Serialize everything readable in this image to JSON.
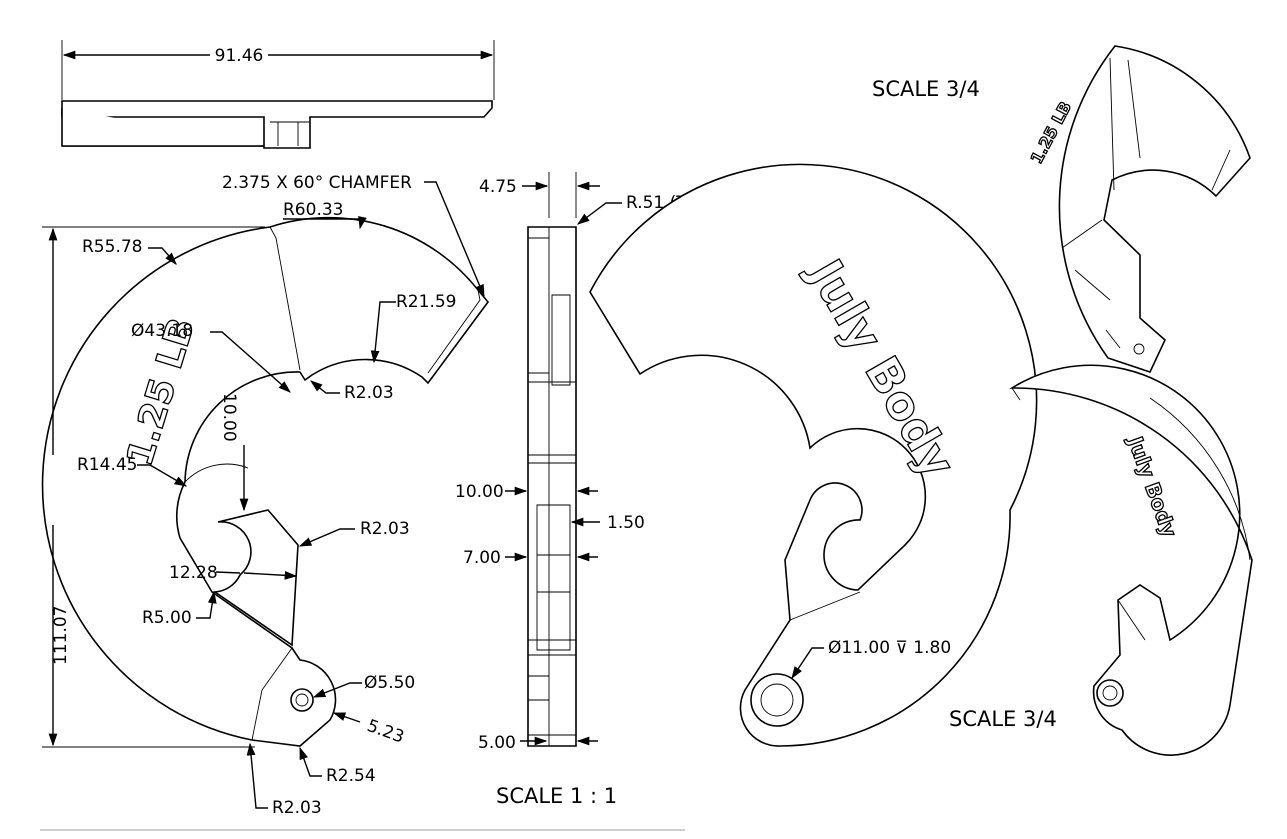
{
  "top_view": {
    "width_dim": "91.46"
  },
  "front_view": {
    "chamfer_note": "2.375 X 60° CHAMFER",
    "dims": {
      "r_outer_top": "R60.33",
      "r_outer": "R55.78",
      "r_inner_top": "R21.59",
      "dia_bore": "Ø43.18",
      "r_notch_upper": "R2.03",
      "height_10": "10.00",
      "r_slot": "R14.45",
      "r_notch_mid": "R2.03",
      "width_1228": "12.28",
      "r_500": "R5.00",
      "total_height": "111.07",
      "dia_hole": "Ø5.50",
      "hole_offset": "5.23",
      "r_254": "R2.54",
      "r_bottom": "R2.03"
    },
    "engraving": "1.25 LB"
  },
  "side_view": {
    "dims": {
      "thickness": "4.75",
      "fillet_typ": "R.51 (TYP)",
      "d_10": "10.00",
      "d_150": "1.50",
      "d_700": "7.00",
      "d_500": "5.00"
    },
    "scale_label": "SCALE 1 : 1"
  },
  "back_view": {
    "engraving": "July Body",
    "hole_note": "Ø11.00 ⊽ 1.80"
  },
  "iso_views": {
    "scale_top": "SCALE 3/4",
    "scale_bottom": "SCALE 3/4",
    "top_engraving": "1.25 LB",
    "bottom_engraving": "July Body"
  }
}
